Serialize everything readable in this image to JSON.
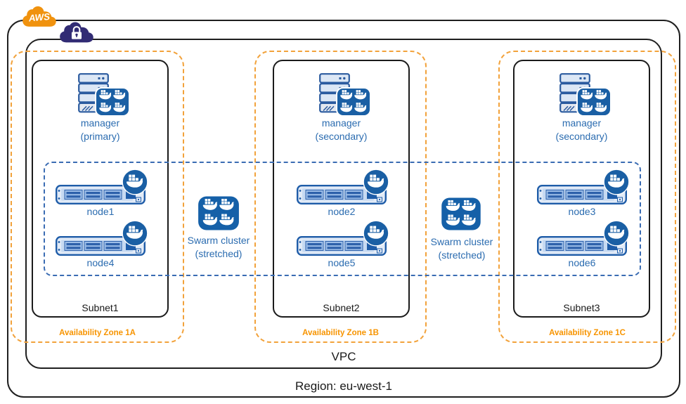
{
  "region": {
    "label": "Region: eu-west-1"
  },
  "vpc": {
    "label": "VPC"
  },
  "header": {
    "aws_logo_label": "AWS"
  },
  "zones": [
    {
      "label": "Availability Zone 1A",
      "subnet_label": "Subnet1",
      "manager": {
        "line1": "manager",
        "line2": "(primary)"
      },
      "nodes": [
        "node1",
        "node4"
      ]
    },
    {
      "label": "Availability Zone 1B",
      "subnet_label": "Subnet2",
      "manager": {
        "line1": "manager",
        "line2": "(secondary)"
      },
      "nodes": [
        "node2",
        "node5"
      ]
    },
    {
      "label": "Availability Zone 1C",
      "subnet_label": "Subnet3",
      "manager": {
        "line1": "manager",
        "line2": "(secondary)"
      },
      "nodes": [
        "node3",
        "node6"
      ]
    }
  ],
  "swarm_clusters": [
    {
      "line1": "Swarm cluster",
      "line2": "(stretched)"
    },
    {
      "line1": "Swarm cluster",
      "line2": "(stretched)"
    }
  ],
  "icons": {
    "aws_cloud": "aws-cloud-icon",
    "vpc_lock_cloud": "lock-cloud-icon",
    "manager_server": "server-stack-icon",
    "manager_docker_badge": "docker-whales-badge-icon",
    "worker_node": "rack-server-icon",
    "node_docker_badge": "docker-whale-circle-icon",
    "swarm_cluster": "swarm-cluster-icon"
  },
  "colors": {
    "aws_orange": "#F0920E",
    "az_dash_orange": "#F2A23B",
    "az_label_orange": "#F79400",
    "navy_cloud": "#312B74",
    "docker_blue": "#1A5FA4",
    "label_blue": "#2B6CB0",
    "stretch_dash_blue": "#3A6CB3",
    "box_border_black": "#1f1f1f"
  }
}
